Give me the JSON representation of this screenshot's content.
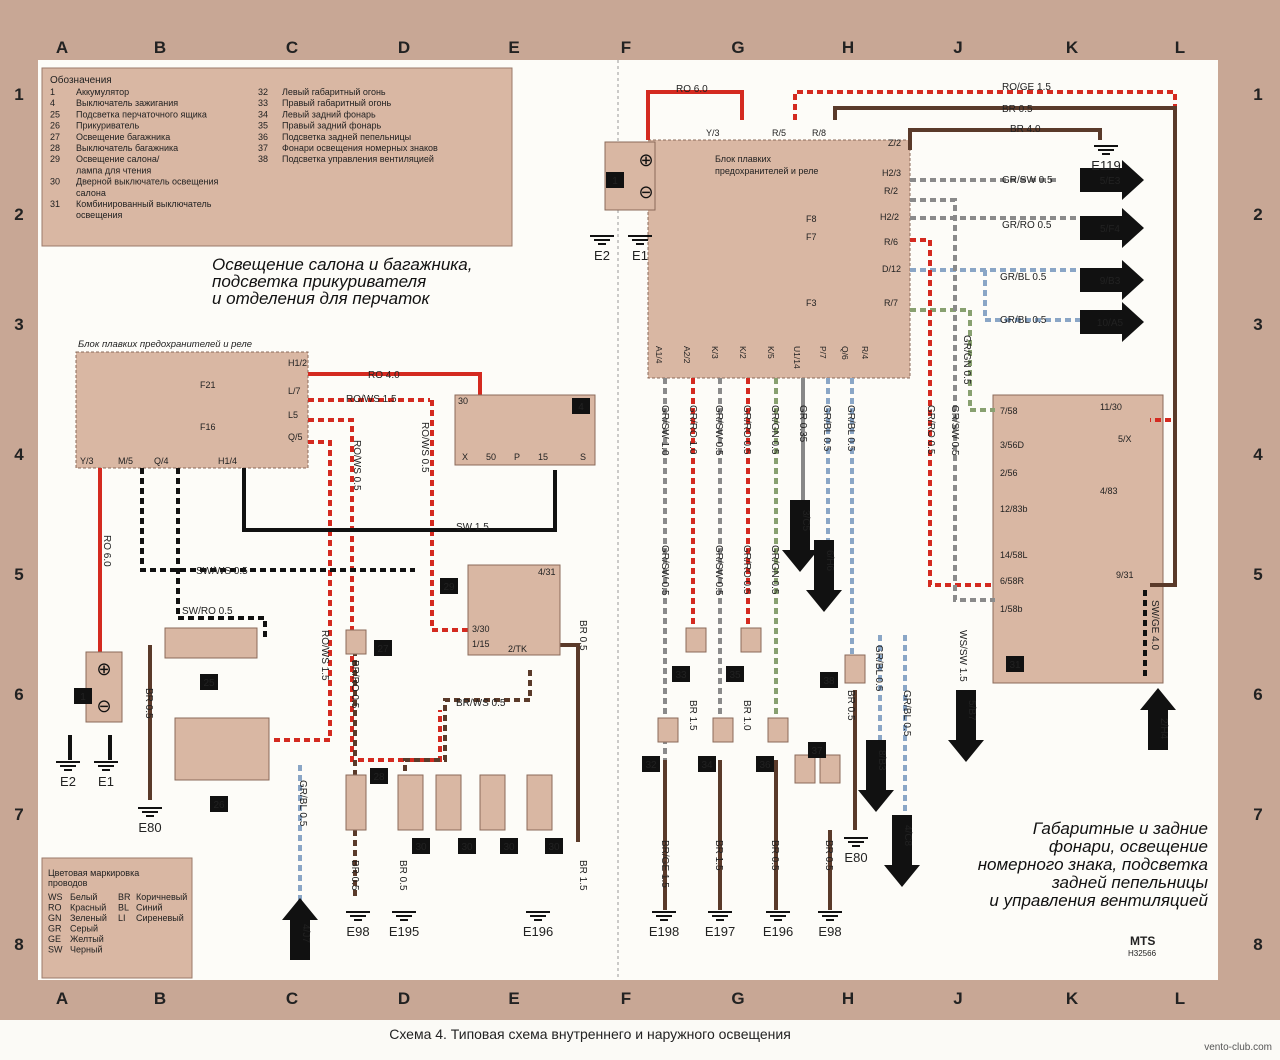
{
  "grid": {
    "cols": [
      "A",
      "B",
      "C",
      "D",
      "E",
      "F",
      "G",
      "H",
      "J",
      "K",
      "L"
    ],
    "rows": [
      "1",
      "2",
      "3",
      "4",
      "5",
      "6",
      "7",
      "8"
    ]
  },
  "legend": {
    "title": "Обозначения",
    "items_left": [
      [
        "1",
        "Аккумулятор"
      ],
      [
        "4",
        "Выключатель зажигания"
      ],
      [
        "25",
        "Подсветка перчаточного ящика"
      ],
      [
        "26",
        "Прикуриватель"
      ],
      [
        "27",
        "Освещение багажника"
      ],
      [
        "28",
        "Выключатель багажника"
      ],
      [
        "29",
        "Освещение салона/"
      ],
      [
        "",
        "лампа для чтения"
      ],
      [
        "30",
        "Дверной выключатель освещения"
      ],
      [
        "",
        "салона"
      ],
      [
        "31",
        "Комбинированный выключатель"
      ],
      [
        "",
        "освещения"
      ]
    ],
    "items_right": [
      [
        "32",
        "Левый габаритный огонь"
      ],
      [
        "33",
        "Правый габаритный огонь"
      ],
      [
        "34",
        "Левый задний фонарь"
      ],
      [
        "35",
        "Правый задний фонарь"
      ],
      [
        "36",
        "Подсветка задней пепельницы"
      ],
      [
        "37",
        "Фонари освещения номерных знаков"
      ],
      [
        "38",
        "Подсветка управления вентиляцией"
      ]
    ]
  },
  "section_left_title": [
    "Освещение салона и багажника,",
    "подсветка прикуривателя",
    "и отделения для перчаток"
  ],
  "section_right_title": [
    "Габаритные и задние",
    "фонари, освещение",
    "номерного знака, подсветка",
    "задней пепельницы",
    "и управления вентиляцией"
  ],
  "fuse_block_label": "Блок плавких предохранителей и реле",
  "fuse_block_label_right": [
    "Блок плавких",
    "предохранителей и реле"
  ],
  "color_code": {
    "title": [
      "Цветовая маркировка",
      "проводов"
    ],
    "items": [
      [
        "WS",
        "Белый",
        "BR",
        "Коричневый"
      ],
      [
        "RO",
        "Красный",
        "BL",
        "Синий"
      ],
      [
        "GN",
        "Зеленый",
        "LI",
        "Сиреневый"
      ],
      [
        "GR",
        "Серый",
        "",
        ""
      ],
      [
        "GE",
        "Желтый",
        "",
        ""
      ],
      [
        "SW",
        "Черный",
        "",
        ""
      ]
    ]
  },
  "left_block": {
    "pins": [
      "H1/2",
      "L/7",
      "L5",
      "Q/5",
      "Y/3",
      "M/5",
      "Q/4",
      "H1/4"
    ],
    "fuses": [
      "F21",
      "F16"
    ],
    "wires": [
      "RO 4.0",
      "RO/WS 1.5",
      "RO/WS 0.5",
      "RO/WS 0.5",
      "SW 1.5",
      "SW/WS 0.5",
      "SW/RO 0.5",
      "RO 6.0",
      "BR 0.5",
      "BR/WS 0.5",
      "BR/RO 0.5",
      "RO/WS 1.5",
      "GR/BL 0.5",
      "BR 0.5",
      "BR 0.5",
      "BR 0.5",
      "BR 1.5"
    ],
    "ignition_pins": [
      "30",
      "X",
      "50",
      "P",
      "15",
      "S"
    ],
    "lamp29_pins": [
      "4/31",
      "3/30",
      "1/15",
      "2/TK"
    ],
    "grounds": [
      "E2",
      "E1",
      "E80",
      "E98",
      "E195",
      "E196"
    ],
    "arrow": "4/J7"
  },
  "right_block": {
    "top_pins": [
      "Y/3",
      "R/5",
      "R/8",
      "Z/2",
      "H2/3",
      "R/2",
      "H2/2",
      "R/6",
      "D/12",
      "R/7"
    ],
    "bottom_pins": [
      "A1/4",
      "A2/2",
      "K/3",
      "K/2",
      "K/5",
      "U1/14",
      "P/7",
      "Q/6",
      "R/4"
    ],
    "fuses": [
      "F8",
      "F7",
      "F3"
    ],
    "top_wires": [
      "RO 6.0",
      "RO/GE 1.5",
      "BR 0.5",
      "BR 4.0"
    ],
    "side_wires": [
      "GR/SW 0.5",
      "GR/RO 0.5",
      "GR/BL 0.5",
      "GR/BL 0.5",
      "GR/GN 0.5",
      "GR/RO 0.5",
      "GR/SW 0.5"
    ],
    "arrows": [
      "5/E3",
      "5/F4",
      "9/B3",
      "10/A5",
      "3/C5",
      "6/H6",
      "5/B7",
      "2/H4",
      "8/B3",
      "4/C8"
    ],
    "bottom_wire_labels": [
      "GR/SW 1.0",
      "GR/RO 1.0",
      "GR/SW 0.5",
      "GR/RO 0.5",
      "GR/GN 0.5",
      "GR 0.35",
      "GR/BL 0.5",
      "GR/BL 0.5",
      "GR/SW 0.5",
      "GR/SW 0.5",
      "GR/RO 0.5",
      "GR/GN 0.5",
      "BR 1.5",
      "BR 1.0",
      "BR 0.5",
      "GR/BL 0.5",
      "GR/BL 0.5",
      "BR/GE 1.5",
      "BR 1.5",
      "BR 0.5",
      "BR 0.5",
      "WS/SW 1.5",
      "SW/GE 4.0"
    ],
    "switch31_pins": [
      "7/58",
      "11/30",
      "3/56D",
      "5/X",
      "2/56",
      "4/83",
      "12/83b",
      "14/58L",
      "6/58R",
      "9/31",
      "1/58b"
    ],
    "grounds": [
      "E119",
      "E2",
      "E1",
      "E198",
      "E197",
      "E196",
      "E98",
      "E80"
    ]
  },
  "component_numbers": [
    "1",
    "4",
    "25",
    "26",
    "27",
    "28",
    "29",
    "30",
    "31",
    "32",
    "33",
    "34",
    "35",
    "36",
    "37",
    "38"
  ],
  "mts": "MTS",
  "mts_code": "H32566",
  "caption": "Схема 4. Типовая схема внутреннего и наружного освещения",
  "site": "vento-club.com"
}
